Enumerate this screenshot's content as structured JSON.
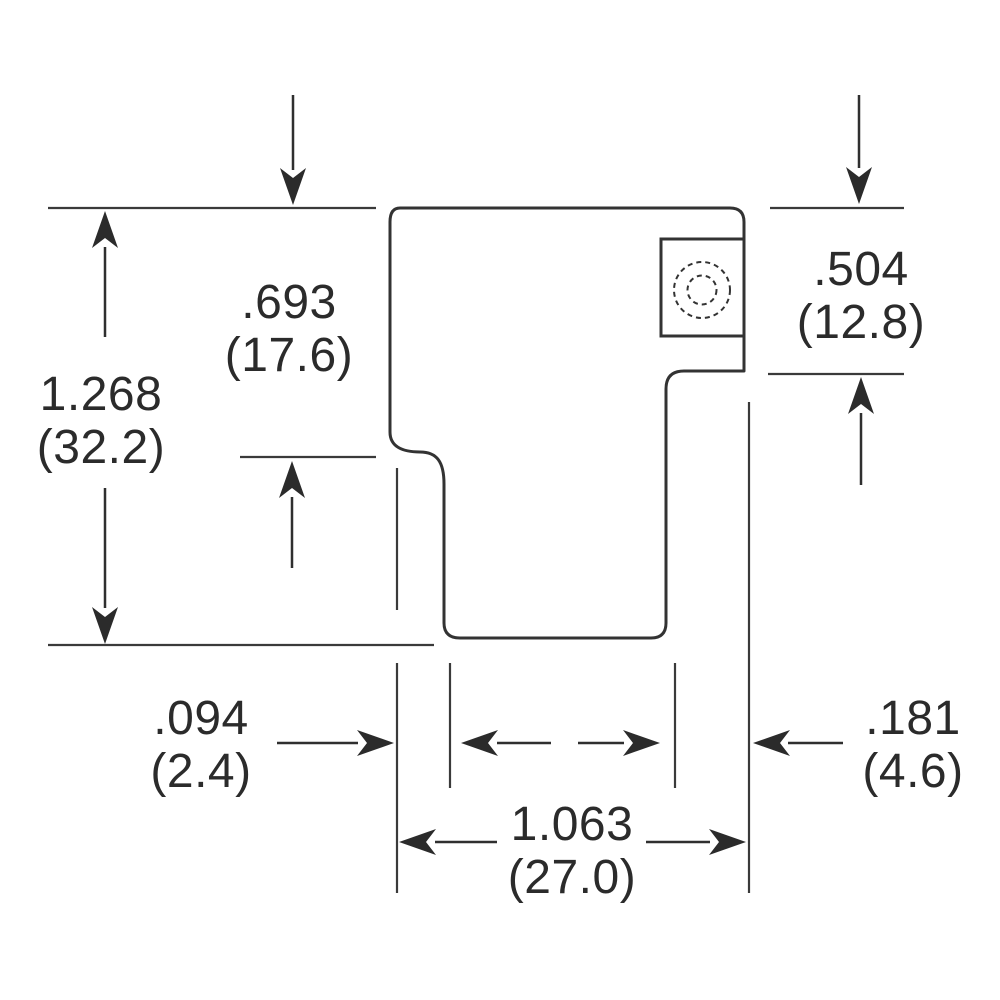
{
  "dimensions": {
    "overall_height": {
      "inches": "1.268",
      "metric": "(32.2)"
    },
    "upper_step_height": {
      "inches": ".693",
      "metric": "(17.6)"
    },
    "right_tab_height": {
      "inches": ".504",
      "metric": "(12.8)"
    },
    "bottom_left_offset": {
      "inches": ".094",
      "metric": "(2.4)"
    },
    "bottom_right_offset": {
      "inches": ".181",
      "metric": "(4.6)"
    },
    "bottom_width": {
      "inches": "1.063",
      "metric": "(27.0)"
    }
  },
  "colors": {
    "line": "#333333",
    "arrow": "#2b2b2b",
    "text": "#2b2b2b",
    "background": "#ffffff"
  }
}
